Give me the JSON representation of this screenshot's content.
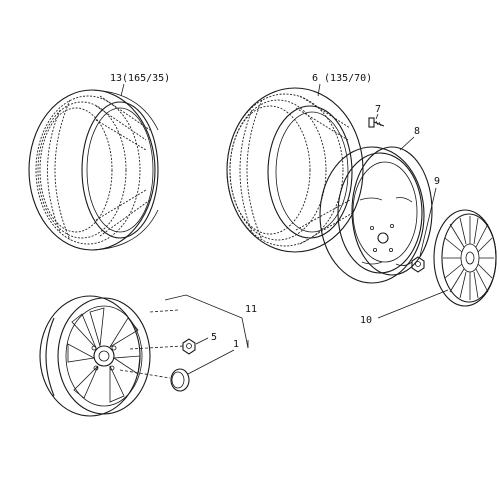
{
  "labels": {
    "tire_front": "13(165/35)",
    "tire_spare": "6 (135/70)",
    "part_7": "7",
    "part_8": "8",
    "part_9": "9",
    "part_10": "10",
    "part_11": "11",
    "part_5": "5",
    "part_1": "1"
  },
  "colors": {
    "ink": "#1a1a1a",
    "paper": "#ffffff"
  }
}
